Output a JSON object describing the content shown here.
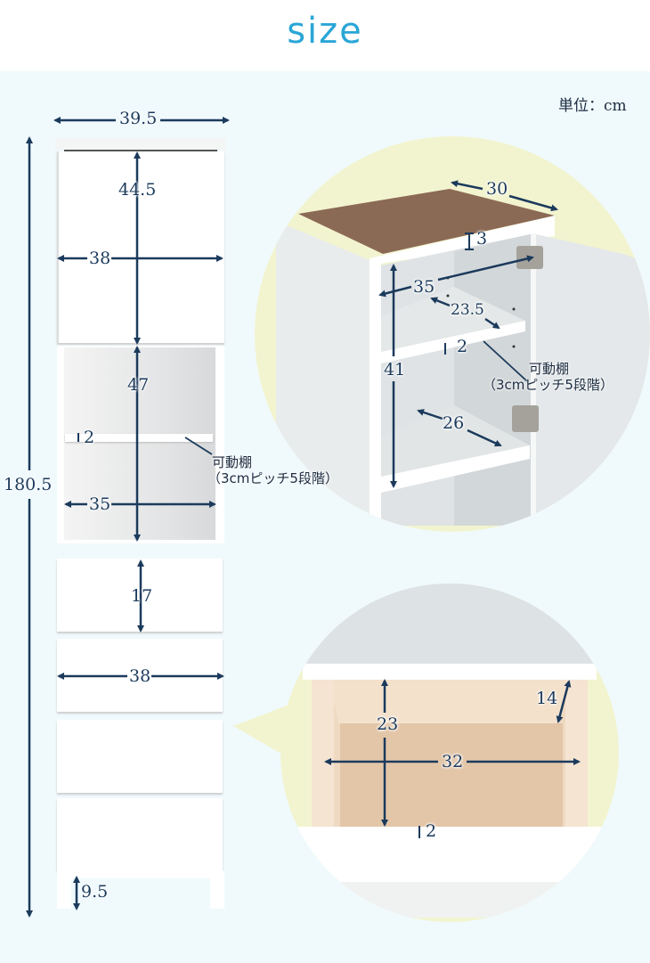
{
  "header": {
    "title": "size"
  },
  "unit_label": "単位：cm",
  "overall": {
    "width": "39.5",
    "height": "180.5"
  },
  "cabinet_front": {
    "top_door_height": "44.5",
    "top_door_width": "38",
    "open_shelf_height": "47",
    "shelf_thickness": "2",
    "shelf_note_line1": "可動棚",
    "shelf_note_line2": "（3cmピッチ5段階）",
    "inner_width": "35",
    "drawer_height": "17",
    "drawer_width": "38",
    "leg_height": "9.5"
  },
  "detail_cabinet": {
    "depth": "30",
    "top_thickness": "3",
    "inner_width": "35",
    "shelf_depth": "23.5",
    "shelf_thickness": "2",
    "inner_height": "41",
    "bottom_depth": "26",
    "shelf_note_line1": "可動棚",
    "shelf_note_line2": "（3cmピッチ5段階）"
  },
  "detail_drawer": {
    "inner_height": "23",
    "inner_depth": "14",
    "inner_width": "32",
    "front_thickness": "2"
  },
  "colors": {
    "accent": "#2aa6d6",
    "dimension_line": "#1b3a5c",
    "background": "#f0fafd",
    "circle_fill": "#f2f4cf",
    "wood_top": "#8b6a55",
    "drawer_wood": "#e7cdb3"
  }
}
